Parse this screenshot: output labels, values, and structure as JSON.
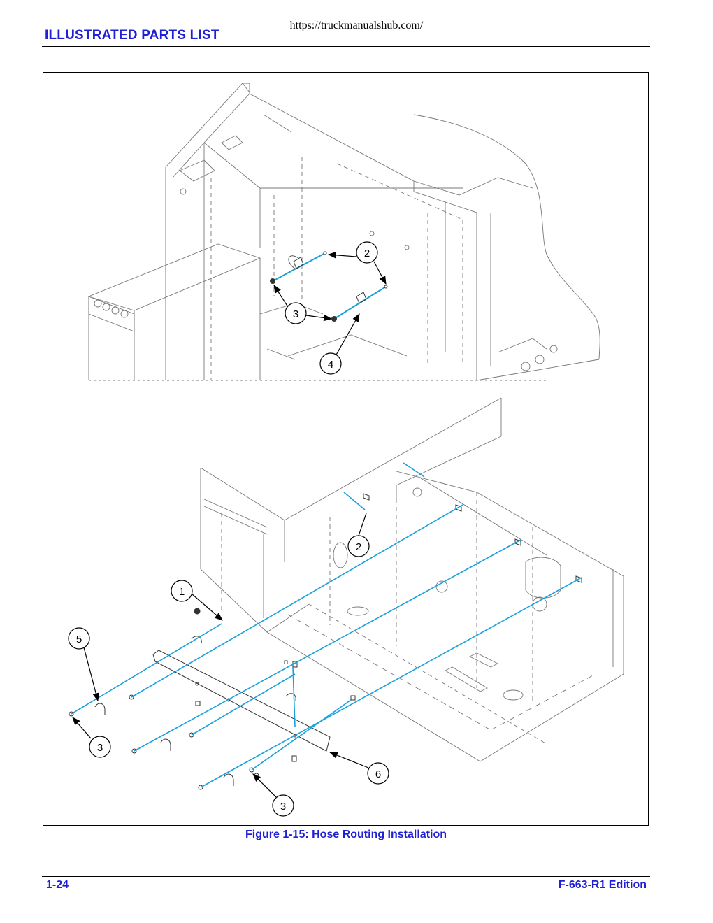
{
  "header": {
    "url": "https://truckmanualshub.com/",
    "title": "ILLUSTRATED PARTS LIST"
  },
  "figure": {
    "caption": "Figure 1-15:  Hose Routing Installation",
    "callouts_top": [
      "2",
      "3",
      "4"
    ],
    "callouts_bottom": [
      "1",
      "5",
      "3",
      "2",
      "6",
      "3"
    ],
    "hose_color": "#1aa0dc"
  },
  "footer": {
    "page_number": "1-24",
    "edition": "F-663-R1 Edition"
  },
  "colors": {
    "heading_blue": "#1f1fd6",
    "line_art": "#555555"
  }
}
